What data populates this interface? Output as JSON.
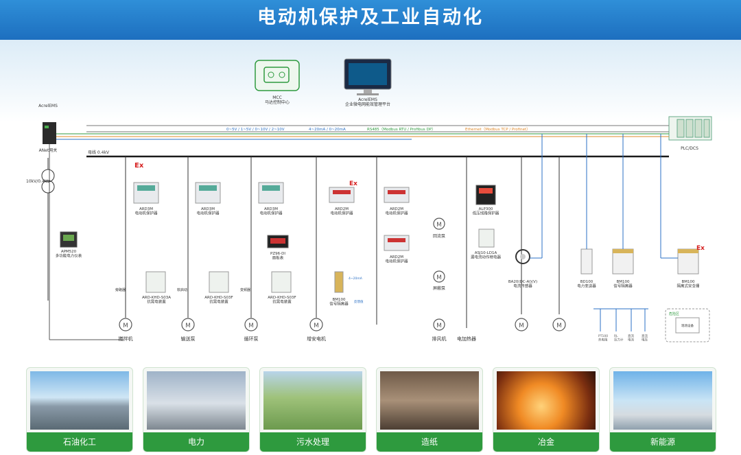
{
  "title": "电动机保护及工业自动化",
  "top": {
    "mcc_label": "MCC\n马达控制中心",
    "ems_label": "AcrelEMS\n企业微电网能效管理平台",
    "acrel_ems": "AcrelEMS",
    "gateway": "ANet网关",
    "plc": "PLC/DCS"
  },
  "bus": {
    "signal_1": "0~5V / 1~5V / 0~10V / 2~10V",
    "signal_2": "4~20mA / 0~20mA",
    "rs485": "RS485（Modbus RTU / Profibus DP）",
    "ethernet": "Ethernet（Modbus TCP / Profinet）",
    "busbar": "母线 0.4kV"
  },
  "left": {
    "transformer": "10kV/0.4kV",
    "meter": "APM520\n多功能电力仪表"
  },
  "devices": {
    "ard_1": "ARD3M\n电动机保护器",
    "ard_2": "ARD3M\n电动机保护器",
    "ard_3": "ARD3M\n电动机保护器",
    "ard_4": "ARD2M\n电动机保护器",
    "ard_5": "ARD2M\n电动机保护器",
    "ard_6": "ARD2M\n电动机保护器",
    "alp": "ALP300\n低压线路保护器",
    "asj": "ASJ10-LD1A\n漏电流动作继电器",
    "soft_1": "ARD-KHD-S03A\n抗晃电装置",
    "soft_2": "ARD-KHD-S03F\n抗晃电装置",
    "soft_3": "ARD-KHD-S03F\n抗晃电装置",
    "pz": "PZ96-DI\n面板表",
    "bm100_1": "BM100\n信号隔离器",
    "ba": "BA20(DC-AI)(V)\n电流传感器",
    "bd100": "BD100\n电力变送器",
    "bm100_2": "BM100\n信号隔离器",
    "bm100_3": "BM100\n隔离式安全栅",
    "safe_zone": "现场设备",
    "ex_zone": "危险区",
    "sensors": "PT100\n热电阻",
    "sensor_2": "RL\n压力计",
    "sensor_3": "直流\n电流",
    "sensor_4": "直流\n电压",
    "freq": "变频器",
    "bypass_1": "旁路器",
    "bypass_2": "软启动",
    "bypass_3": "变频器",
    "current_4_20": "4~20mA",
    "feedback": "反馈值"
  },
  "motors": {
    "m1": "搅拌机",
    "m2": "输送泵",
    "m3": "循环泵",
    "m4": "增安电机",
    "m5": "回流泵",
    "m6": "屏蔽泵",
    "m7": "排风机",
    "m8": "电加热器"
  },
  "industries": [
    "石油化工",
    "电力",
    "污水处理",
    "造纸",
    "冶金",
    "新能源"
  ],
  "colors": {
    "header": "#1d6fbf",
    "accent_green": "#2e9a3e",
    "line_dark": "#1a1a1a",
    "line_blue": "#2a6fc4",
    "line_green": "#2e9a3e",
    "line_orange": "#e0892a",
    "ex_red": "#d62020"
  }
}
